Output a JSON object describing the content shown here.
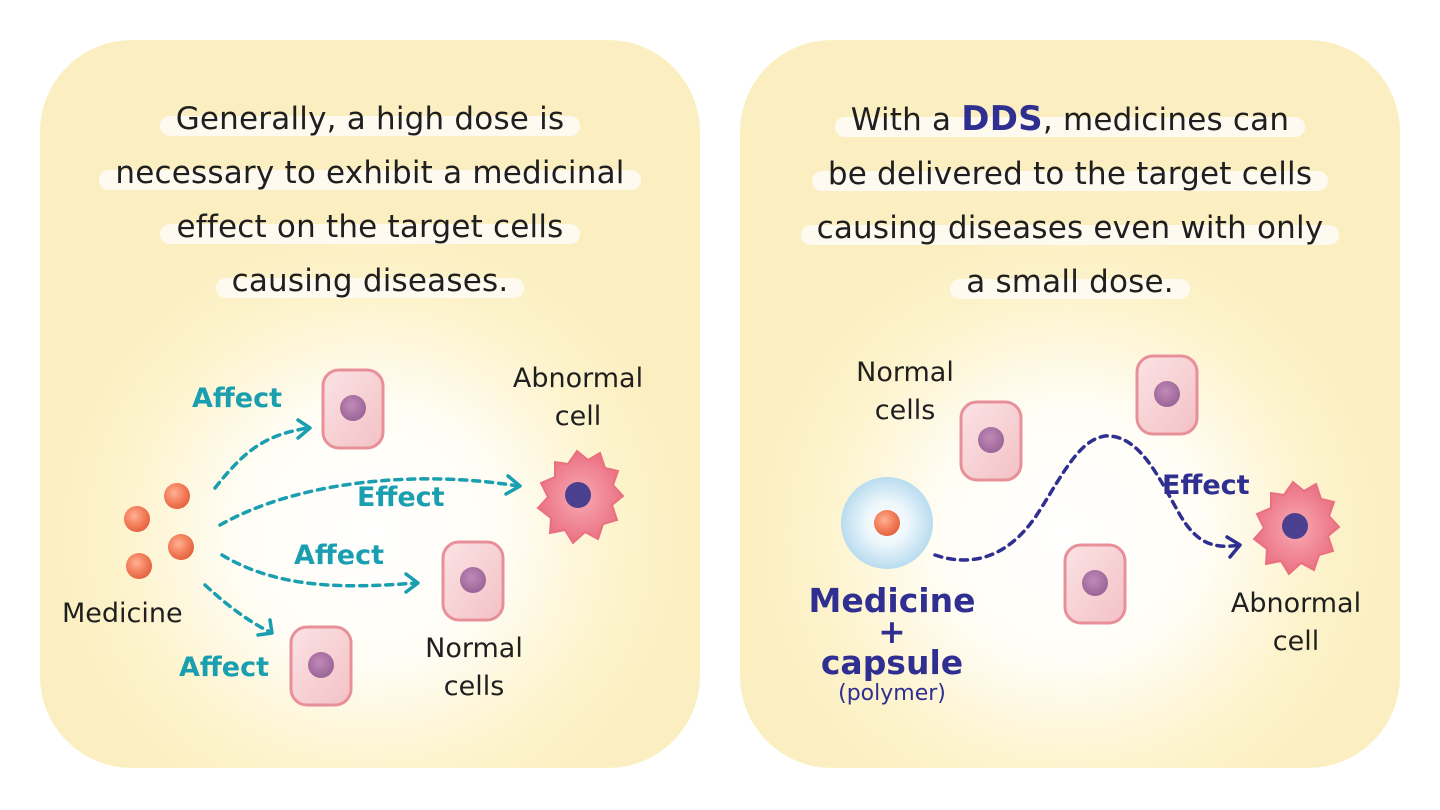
{
  "left_panel": {
    "caption_lines": [
      "Generally, a high dose is",
      "necessary to exhibit a medicinal",
      "effect on the target cells",
      "causing diseases."
    ],
    "labels": {
      "medicine": "Medicine",
      "affect_1": "Affect",
      "effect": "Effect",
      "affect_2": "Affect",
      "affect_3": "Affect",
      "abnormal_cell_1": "Abnormal",
      "abnormal_cell_2": "cell",
      "normal_cells_1": "Normal",
      "normal_cells_2": "cells"
    }
  },
  "right_panel": {
    "caption": {
      "line1_before": "With a ",
      "line1_highlight": "DDS",
      "line1_after": ", medicines can",
      "lines": [
        "be delivered to the target cells",
        "causing diseases even with only",
        "a small dose."
      ]
    },
    "labels": {
      "normal_cells_1": "Normal",
      "normal_cells_2": "cells",
      "effect": "Effect",
      "abnormal_cell_1": "Abnormal",
      "abnormal_cell_2": "cell",
      "medicine": "Medicine",
      "plus": "+",
      "capsule": "capsule",
      "polymer": "(polymer)"
    }
  },
  "colors": {
    "panel_bg": "#fbefc2",
    "teal_accent": "#1a9fb0",
    "navy_accent": "#2e2f91",
    "normal_cell_fill": "#f6cdd0",
    "normal_cell_border": "#e8909a",
    "nucleus_normal": "#a66fa0",
    "abnormal_cell_fill": "#ee7e8c",
    "nucleus_abnormal": "#4b3f8f",
    "medicine_particle": "#ef7a58",
    "capsule": "#cfe8f5"
  }
}
